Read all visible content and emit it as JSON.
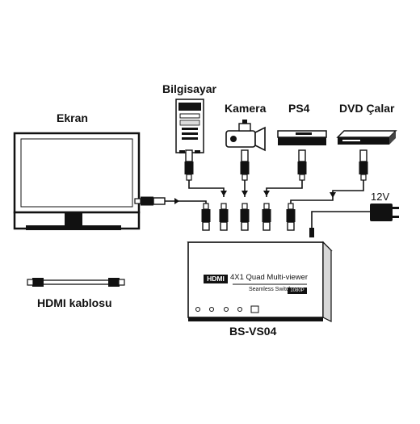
{
  "labels": {
    "pc": "Bilgisayar",
    "camera": "Kamera",
    "ps4": "PS4",
    "dvd": "DVD Çalar",
    "screen": "Ekran",
    "power": "12V",
    "cable": "HDMI kablosu",
    "model": "BS-VS04"
  },
  "device": {
    "brand": "HDMI",
    "product_line": "4X1 Quad Multi-viewer",
    "feature": "Seamless Switch",
    "badge": "1080P"
  }
}
